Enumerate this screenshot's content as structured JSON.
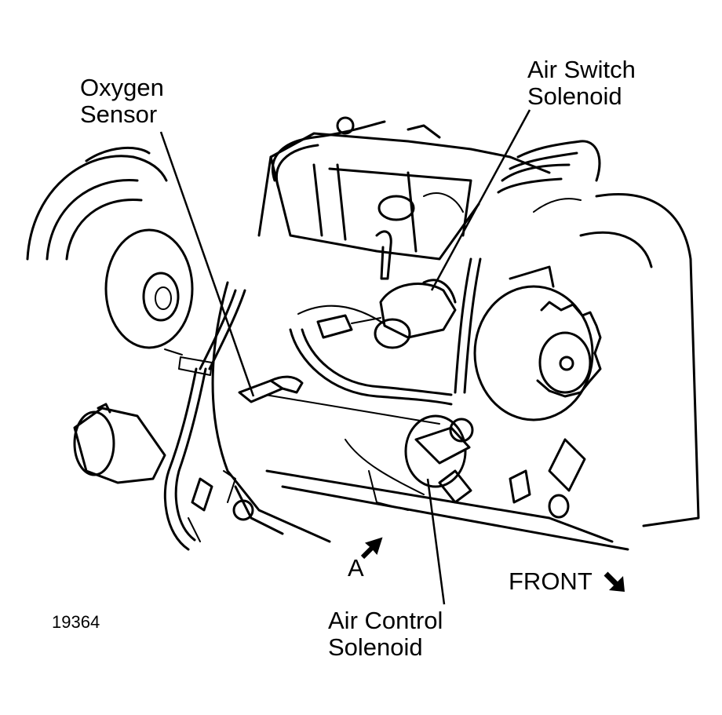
{
  "labels": {
    "oxygen_sensor": [
      "Oxygen",
      "Sensor"
    ],
    "air_switch_solenoid": [
      "Air Switch",
      "Solenoid"
    ],
    "air_control_solenoid": [
      "Air Control",
      "Solenoid"
    ],
    "view_marker": "A",
    "front_marker": "FRONT",
    "figure_number": "19364"
  },
  "icons": {
    "view_arrow": "arrow-up-right-icon",
    "front_arrow": "arrow-down-right-icon"
  },
  "colors": {
    "ink": "#000000",
    "background": "#ffffff"
  }
}
